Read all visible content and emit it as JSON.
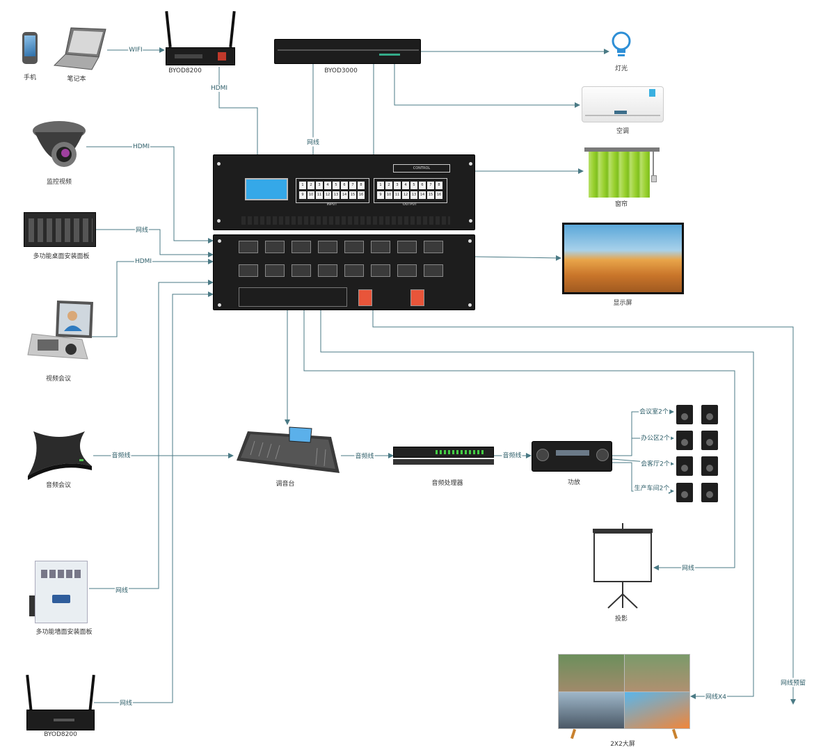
{
  "devices": {
    "phone": "手机",
    "laptop": "笔记本",
    "byod8200_top": "BYOD8200",
    "byod3000": "BYOD3000",
    "light": "灯光",
    "ac": "空调",
    "curtain": "窗帘",
    "camera": "监控视频",
    "desk_panel": "多功能桌面安装面板",
    "video_conf": "视频会议",
    "audio_conf": "音频会议",
    "wall_panel": "多功能墙面安装面板",
    "byod8200_bottom": "BYOD8200",
    "mixer": "调音台",
    "audio_proc": "音频处理器",
    "amp": "功放",
    "display": "显示屏",
    "projector": "投影",
    "bigscreen": "2X2大屏"
  },
  "speakers": [
    "会议室2个",
    "办公区2个",
    "会客厅2个",
    "生产车间2个"
  ],
  "edges": {
    "wifi": "WIFI",
    "hdmi_byod": "HDMI",
    "net_byod3000": "网线",
    "hdmi_camera": "HDMI",
    "net_desk": "网线",
    "hdmi_video": "HDMI",
    "audio_conf": "音频线",
    "net_wall": "网线",
    "net_byod_bottom": "网线",
    "audio_mixer": "音频线",
    "audio_proc": "音频线",
    "net_projector": "网线",
    "net_bigscreen": "网线X4",
    "net_reserve": "网线预留"
  },
  "matrix": {
    "control": "CONTROL",
    "input": "INPUT",
    "output": "OUTPUT",
    "keys_row1": [
      "1",
      "2",
      "3",
      "4",
      "5",
      "6",
      "7",
      "8"
    ],
    "keys_row2": [
      "9",
      "10",
      "11",
      "12",
      "13",
      "14",
      "15",
      "16"
    ]
  },
  "colors": {
    "wire": "#4a7a85",
    "device": "#1d1d1d"
  }
}
